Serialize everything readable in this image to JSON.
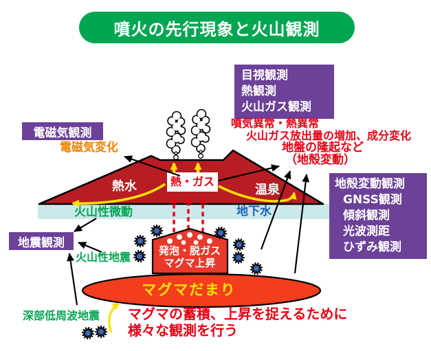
{
  "title": "噴火の先行現象と火山観測",
  "observation_boxes": {
    "visual": {
      "line1": "目視観測",
      "line2": "熱観測",
      "line3": "火山ガス観測"
    },
    "electromagnetic": "電磁気観測",
    "seismic": "地震観測",
    "crustal": {
      "line1": "地殻変動観測",
      "line2": "GNSS観測",
      "line3": "傾斜観測",
      "line4": "光波測距",
      "line5": "ひずみ観測"
    }
  },
  "labels": {
    "fumarole_anomaly": "噴気異常・熱異常",
    "gas_emission": "火山ガス放出量の増加、成分変化",
    "ground_uplift": "地盤の隆起など",
    "crustal_deformation": "（地殻変動）",
    "em_change": "電磁気変化",
    "hot_water": "熱水",
    "heat_gas": "熱・ガス",
    "hot_spring": "温泉",
    "volcanic_tremor": "火山性微動",
    "groundwater": "地下水",
    "volcanic_earthquake": "火山性地震",
    "deep_low_freq_eq": "深部低周波地震",
    "degassing": "発泡・脱ガス",
    "magma_rise": "マグマ上昇",
    "magma_chamber": "マグマだまり",
    "caption_line1": "マグマの蓄積、上昇を捉えるために",
    "caption_line2": "様々な観測を行う"
  },
  "colors": {
    "title_green": "#00A651",
    "box_purple": "#6C4198",
    "mountain_red": "#B81D24",
    "magma_house_red": "#E8392B",
    "chamber_orange": "#F23E1D",
    "groundwater_band": "#CDE8EC",
    "text_red": "#E60012",
    "text_green": "#00A651",
    "text_orange": "#F08300",
    "text_blue": "#1B63B4",
    "arrow_yellow": "#FFE100",
    "quake_burst_blue": "#4169B2"
  }
}
